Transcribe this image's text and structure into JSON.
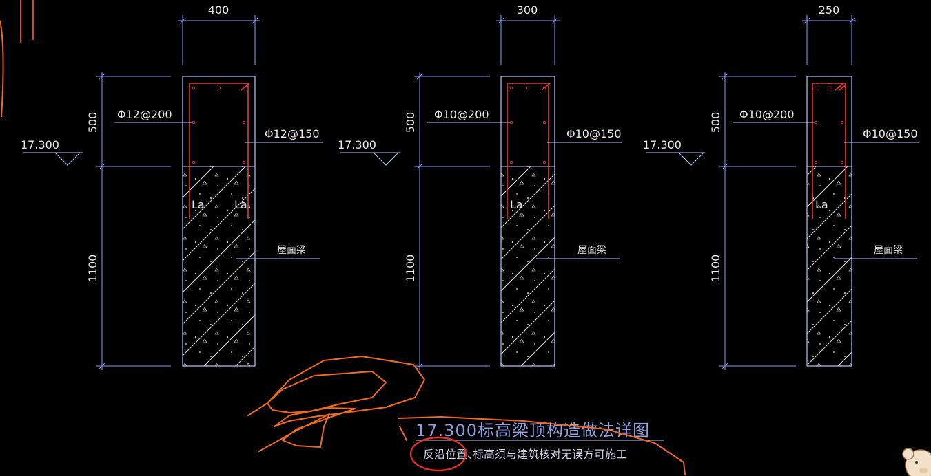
{
  "drawing": {
    "title": "17.300标高梁顶构造做法详图",
    "note_part1": "反沿位置、",
    "note_part2": "标高须与建筑核对无误方可施工",
    "elevation_mark": "17.300",
    "upper_height": "500",
    "lower_height": "1100",
    "anchorage_label": "La",
    "roof_beam_label": "屋面梁"
  },
  "sections": [
    {
      "id": "section-400",
      "width_label": "400",
      "left_rebar": "Φ12@200",
      "right_rebar": "Φ12@150",
      "la_count": 2
    },
    {
      "id": "section-300",
      "width_label": "300",
      "left_rebar": "Φ10@200",
      "right_rebar": "Φ10@150",
      "la_count": 1
    },
    {
      "id": "section-250",
      "width_label": "250",
      "left_rebar": "Φ10@200",
      "right_rebar": "Φ10@150",
      "la_count": 1
    }
  ],
  "colors": {
    "background": "#000000",
    "dimension_line": "#8a9cff",
    "outline": "#b8c4ff",
    "rebar": "#e63a2e",
    "markup": "#f26a1b",
    "title": "#8f9fe0"
  }
}
